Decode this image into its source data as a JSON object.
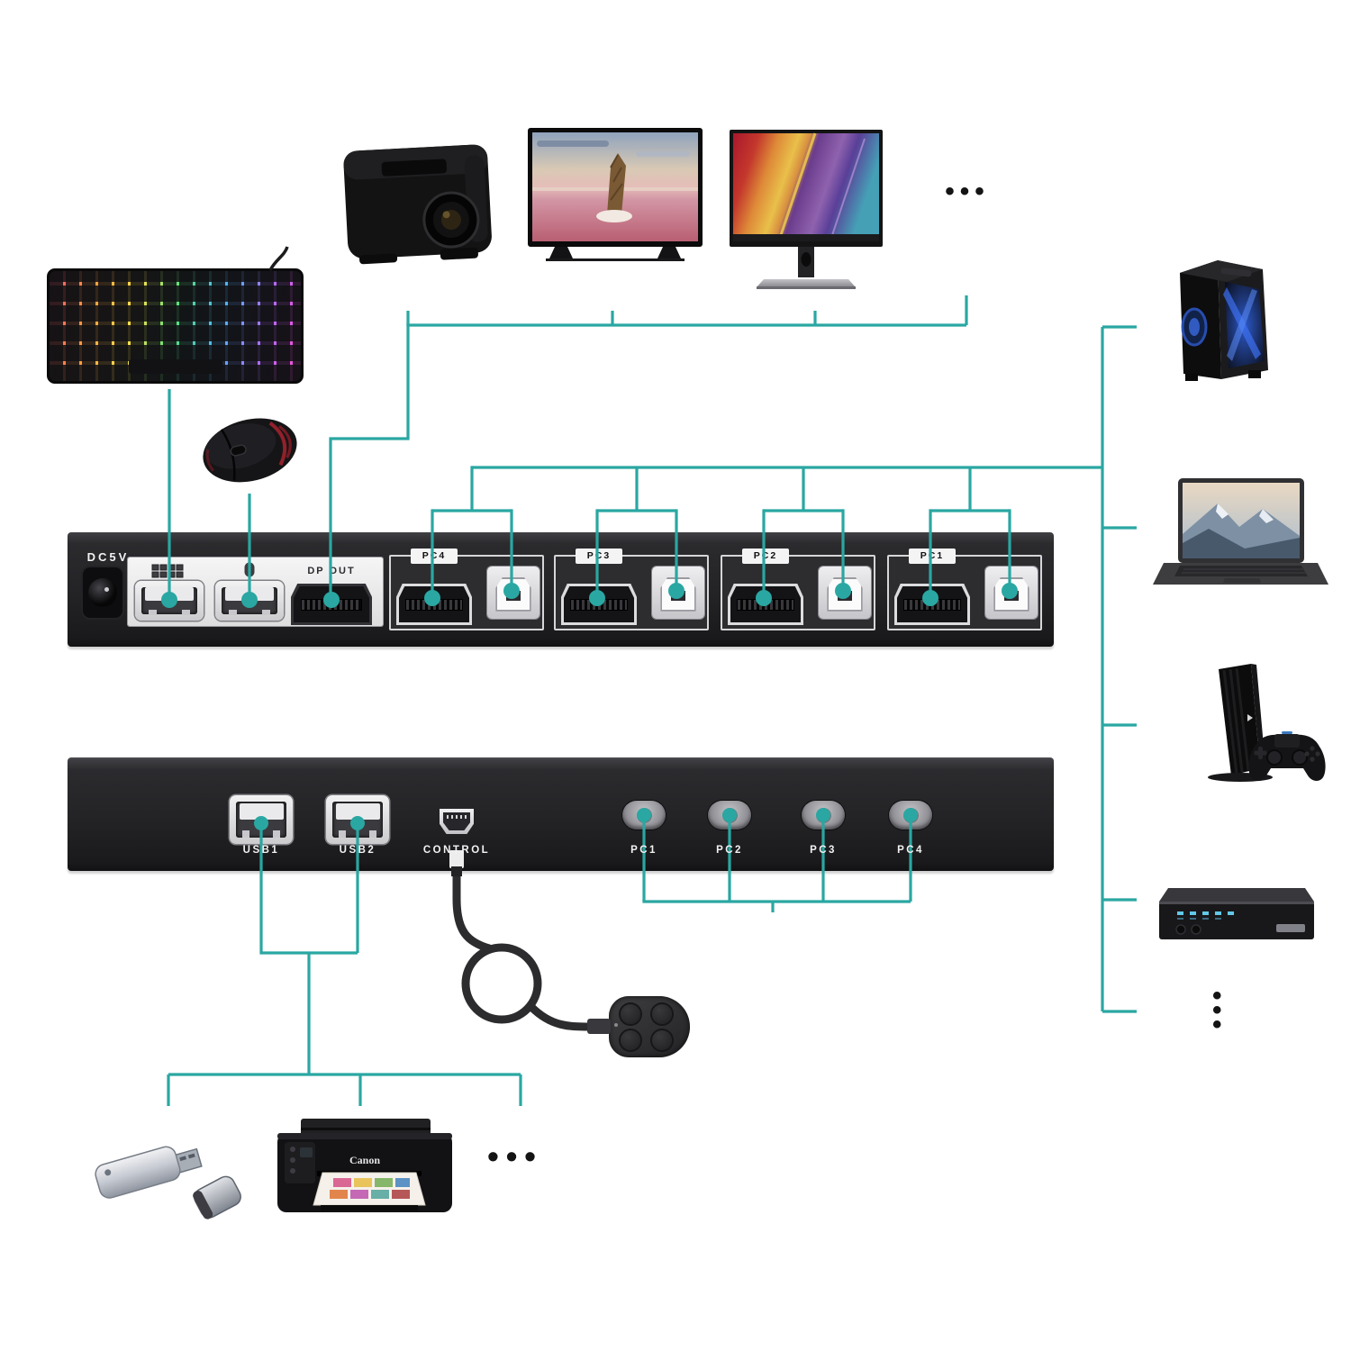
{
  "colors": {
    "line_teal": "#2AA7A2",
    "panel_dark": "#232326",
    "silver_plate": "#ECECEE"
  },
  "rear_panel": {
    "power_label": "DC5V",
    "io_section": {
      "dp_out_label": "DP OUT"
    },
    "pc_sections": [
      {
        "label": "PC4"
      },
      {
        "label": "PC3"
      },
      {
        "label": "PC2"
      },
      {
        "label": "PC1"
      }
    ]
  },
  "front_panel": {
    "usb1_label": "USB1",
    "usb2_label": "USB2",
    "control_label": "CONTROL",
    "pc_buttons": [
      {
        "label": "PC1"
      },
      {
        "label": "PC2"
      },
      {
        "label": "PC3"
      },
      {
        "label": "PC4"
      }
    ]
  },
  "ellipsis": {
    "more_displays": "•••",
    "more_sources": "•\n•\n•",
    "more_peripherals": "•••"
  },
  "devices": {
    "projector": "projector",
    "tv": "television",
    "monitor": "monitor",
    "keyboard": "rgb-keyboard",
    "mouse": "gaming-mouse",
    "desktop": "desktop-pc",
    "laptop": "laptop",
    "console": "game-console",
    "settop": "set-top-box",
    "flash_drive": "usb-flash-drive",
    "printer": "printer",
    "printer_brand": "Canon",
    "remote": "wired-remote-switch"
  }
}
